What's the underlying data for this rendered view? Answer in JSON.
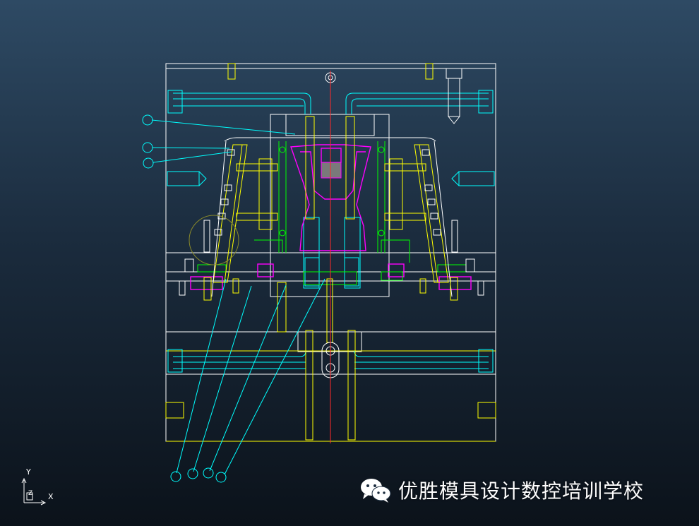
{
  "viewport": {
    "background_top": "#2e4a64",
    "background_bottom": "#0b121a"
  },
  "colors": {
    "outline": "#ffffff",
    "cooling": "#00ffff",
    "core": "#ff00ff",
    "ejector": "#ffff00",
    "insert": "#00ff00",
    "center_line": "#ff2a2a",
    "leader": "#00ffff"
  },
  "axis_triad": {
    "y_label": "Y",
    "z_label": "Z",
    "x_label": "X"
  },
  "watermark": {
    "text": "优胜模具设计数控培训学校",
    "icon": "wechat-icon"
  },
  "callouts": {
    "count": 7
  }
}
